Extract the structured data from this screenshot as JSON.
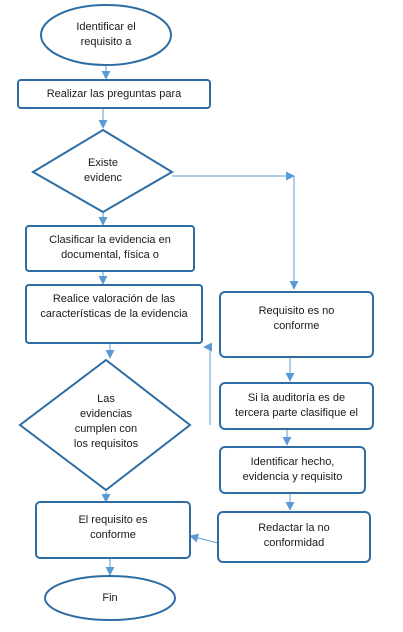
{
  "flowchart": {
    "colors": {
      "shape_stroke": "#2e6da4",
      "connector": "#5b9bd5",
      "fill": "#ffffff"
    },
    "nodes": {
      "start": {
        "text": "Identificar el\nrequisito a"
      },
      "preguntas": {
        "text": "Realizar las preguntas para"
      },
      "existe": {
        "text": "Existe\nevidenc"
      },
      "clasificar": {
        "text": "Clasificar la evidencia en\ndocumental, física o"
      },
      "valoracion": {
        "text": "Realice valoración de las\ncaracterísticas de la evidencia"
      },
      "cumplen": {
        "text": "Las\nevidencias\ncumplen con\nlos requisitos"
      },
      "no_conforme": {
        "text": "Requisito es no\nconforme"
      },
      "auditoria": {
        "text": "Si la auditoría es de\ntercera parte clasifique el"
      },
      "hecho": {
        "text": "Identificar hecho,\nevidencia y requisito"
      },
      "redactar": {
        "text": "Redactar la no\nconformidad"
      },
      "conforme": {
        "text": "El requisito es\nconforme"
      },
      "fin": {
        "text": "Fin"
      }
    }
  }
}
